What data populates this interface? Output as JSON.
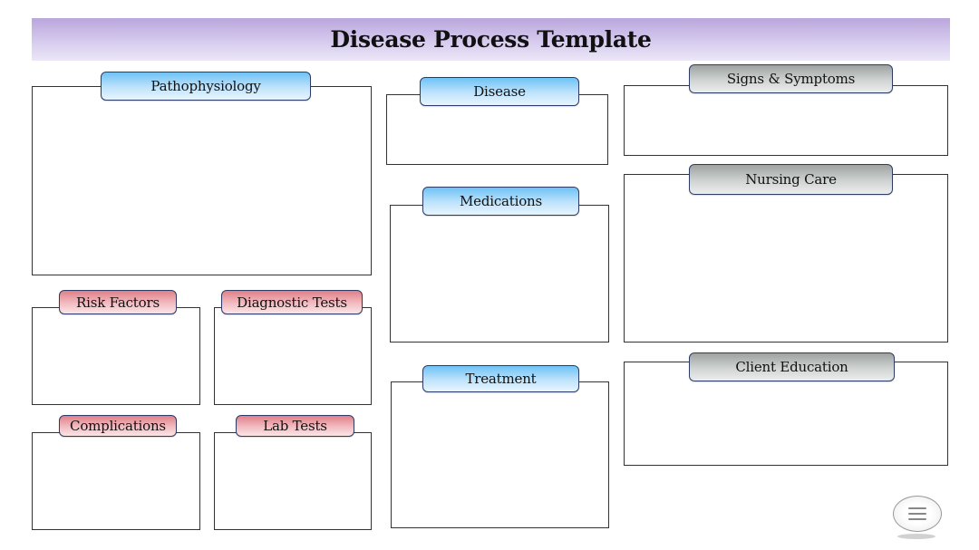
{
  "title": "Disease Process Template",
  "sections": {
    "pathophysiology": "Pathophysiology",
    "risk_factors": "Risk Factors",
    "diagnostic_tests": "Diagnostic Tests",
    "complications": "Complications",
    "lab_tests": "Lab Tests",
    "disease": "Disease",
    "medications": "Medications",
    "treatment": "Treatment",
    "signs_symptoms": "Signs & Symptoms",
    "nursing_care": "Nursing Care",
    "client_education": "Client Education"
  },
  "colors": {
    "banner": "#c6b6e4",
    "tab_blue": "#8fd0f8",
    "tab_red": "#eb9ca3",
    "tab_gray": "#b8bcbb",
    "tab_border": "#2e3b66"
  },
  "logo_icon": "circular-stamp-logo"
}
